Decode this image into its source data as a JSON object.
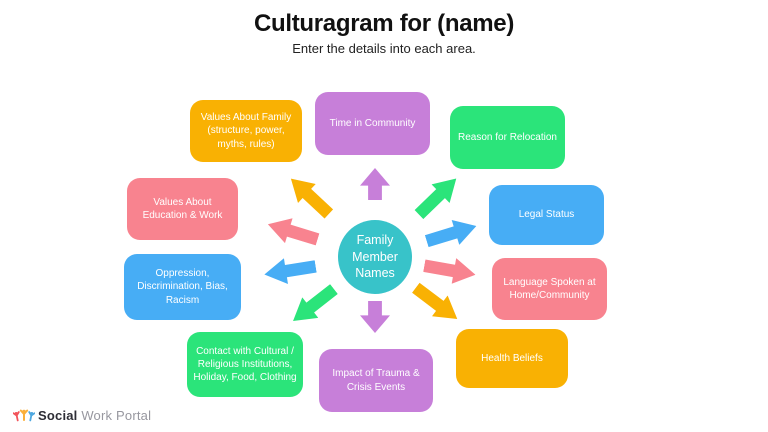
{
  "header": {
    "title": "Culturagram for (name)",
    "subtitle": "Enter the details into each area."
  },
  "center": {
    "label": "Family Member Names",
    "color": "#38C3C9"
  },
  "palette": {
    "yellow": "#F9B103",
    "purple": "#C77FD9",
    "green": "#2BE47A",
    "blue": "#47ADF5",
    "pink": "#F8838F",
    "teal": "#38C3C9",
    "text_on_box": "#FFFFFF"
  },
  "boxes": [
    {
      "id": "values-about-family",
      "label": "Values About Family (structure, power, myths, rules)",
      "color": "#F9B103"
    },
    {
      "id": "time-in-community",
      "label": "Time in Community",
      "color": "#C77FD9"
    },
    {
      "id": "reason-for-relocation",
      "label": "Reason for Relocation",
      "color": "#2BE47A"
    },
    {
      "id": "legal-status",
      "label": "Legal Status",
      "color": "#47ADF5"
    },
    {
      "id": "language-spoken-at-home-community",
      "label": "Language Spoken at Home/Community",
      "color": "#F8838F"
    },
    {
      "id": "health-beliefs",
      "label": "Health Beliefs",
      "color": "#F9B103"
    },
    {
      "id": "impact-of-trauma-crisis-events",
      "label": "Impact of Trauma & Crisis Events",
      "color": "#C77FD9"
    },
    {
      "id": "contact-with-cultural-religious-institutions",
      "label": "Contact with Cultural / Religious Institutions, Holiday, Food, Clothing",
      "color": "#2BE47A"
    },
    {
      "id": "oppression-discrimination-bias-racism",
      "label": "Oppression, Discrimination, Bias, Racism",
      "color": "#47ADF5"
    },
    {
      "id": "values-about-education-work",
      "label": "Values About Education & Work",
      "color": "#F8838F"
    }
  ],
  "arrows": [
    {
      "direction": "up",
      "target": "time-in-community",
      "color": "#C77FD9"
    },
    {
      "direction": "up-right",
      "target": "reason-for-relocation",
      "color": "#2BE47A"
    },
    {
      "direction": "right-up",
      "target": "legal-status",
      "color": "#47ADF5"
    },
    {
      "direction": "right-down",
      "target": "language-spoken-at-home-community",
      "color": "#F8838F"
    },
    {
      "direction": "down-right",
      "target": "health-beliefs",
      "color": "#F9B103"
    },
    {
      "direction": "down",
      "target": "impact-of-trauma-crisis-events",
      "color": "#C77FD9"
    },
    {
      "direction": "down-left",
      "target": "contact-with-cultural-religious-institutions",
      "color": "#2BE47A"
    },
    {
      "direction": "left-down",
      "target": "oppression-discrimination-bias-racism",
      "color": "#47ADF5"
    },
    {
      "direction": "left-up",
      "target": "values-about-education-work",
      "color": "#F8838F"
    },
    {
      "direction": "up-left",
      "target": "values-about-family",
      "color": "#F9B103"
    }
  ],
  "logo": {
    "name_bold": "Social",
    "name_light": "Work Portal",
    "icon_colors": {
      "left": "#F2545B",
      "middle": "#FBB03B",
      "right": "#4FA8E0"
    }
  }
}
